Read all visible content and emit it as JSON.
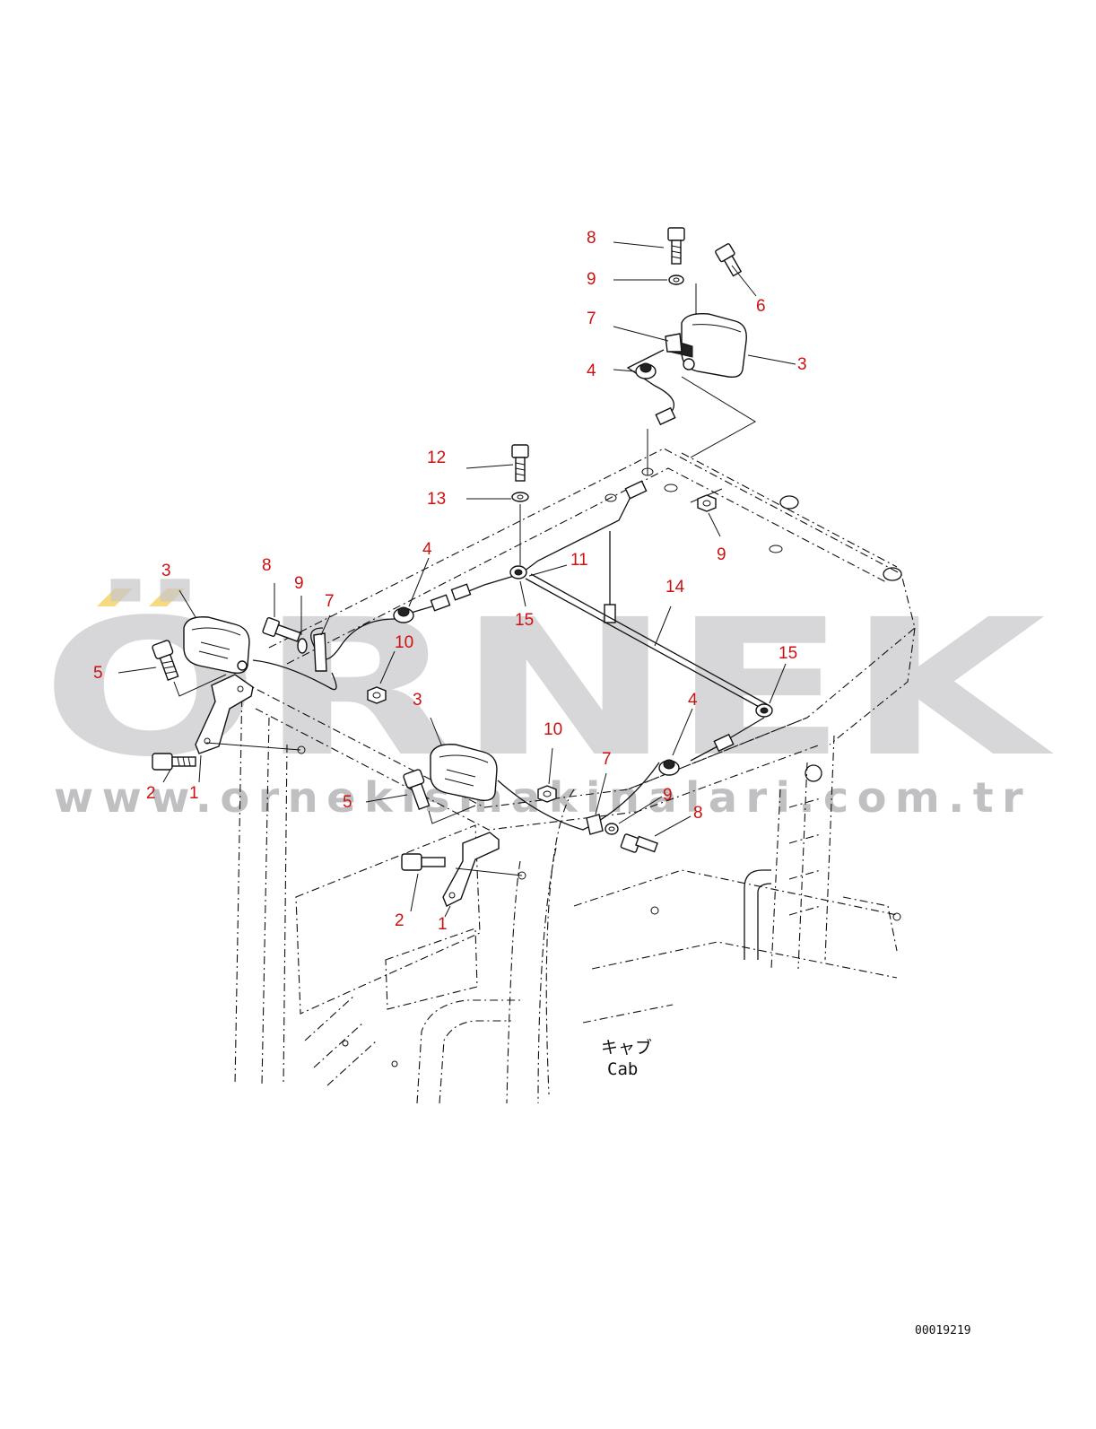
{
  "callouts": [
    {
      "id": "c8-top",
      "text": "8"
    },
    {
      "id": "c9-top",
      "text": "9"
    },
    {
      "id": "c6",
      "text": "6"
    },
    {
      "id": "c7-top",
      "text": "7"
    },
    {
      "id": "c3-top",
      "text": "3"
    },
    {
      "id": "c4-top",
      "text": "4"
    },
    {
      "id": "c12",
      "text": "12"
    },
    {
      "id": "c13",
      "text": "13"
    },
    {
      "id": "c9-roof",
      "text": "9"
    },
    {
      "id": "c4-mid",
      "text": "4"
    },
    {
      "id": "c11",
      "text": "11"
    },
    {
      "id": "c15-left",
      "text": "15"
    },
    {
      "id": "c14",
      "text": "14"
    },
    {
      "id": "c15-right",
      "text": "15"
    },
    {
      "id": "c3-left",
      "text": "3"
    },
    {
      "id": "c8-left",
      "text": "8"
    },
    {
      "id": "c9-left",
      "text": "9"
    },
    {
      "id": "c7-left",
      "text": "7"
    },
    {
      "id": "c10-left",
      "text": "10"
    },
    {
      "id": "c5-left",
      "text": "5"
    },
    {
      "id": "c2-left",
      "text": "2"
    },
    {
      "id": "c1-left",
      "text": "1"
    },
    {
      "id": "c3-mid",
      "text": "3"
    },
    {
      "id": "c10-mid",
      "text": "10"
    },
    {
      "id": "c4-right",
      "text": "4"
    },
    {
      "id": "c7-mid",
      "text": "7"
    },
    {
      "id": "c9-mid",
      "text": "9"
    },
    {
      "id": "c8-mid",
      "text": "8"
    },
    {
      "id": "c5-mid",
      "text": "5"
    },
    {
      "id": "c2-mid",
      "text": "2"
    },
    {
      "id": "c1-mid",
      "text": "1"
    }
  ],
  "cab_label": {
    "jp": "キャブ",
    "en": "Cab"
  },
  "drawing_number": "00019219",
  "watermark": {
    "brand": "ÖRNEK",
    "url": "www.ornekismakinalari.com.tr"
  },
  "colors": {
    "callout": "#cc1111",
    "watermark": "#c8c8cc",
    "watermark_accent": "#f3d36a",
    "line": "#111111"
  }
}
